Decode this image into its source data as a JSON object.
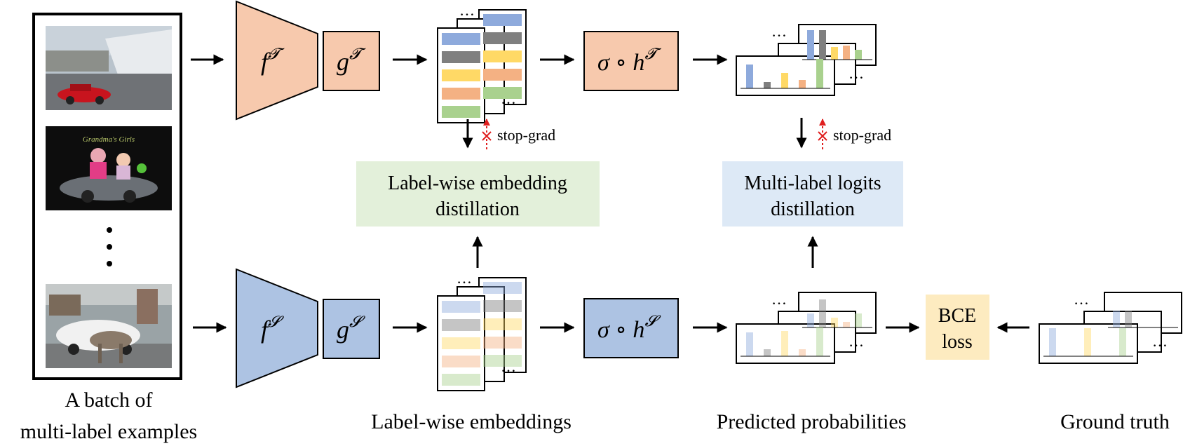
{
  "colors": {
    "teacher": "#f7c9ad",
    "student": "#adc3e3",
    "embed_box": "#e3f0da",
    "logits_box": "#dde9f6",
    "bce_box": "#fdebc0",
    "stop_grad": "#e02020",
    "stripes": [
      "#8eaadc",
      "#7f7f7f",
      "#ffd966",
      "#f4b183",
      "#a9d18e"
    ]
  },
  "teacher": {
    "encoder_label": "f",
    "encoder_sup": "𝓣",
    "projector_label": "g",
    "projector_sup": "𝓣",
    "head_label": "σ ∘ h",
    "head_sup": "𝓣"
  },
  "student": {
    "encoder_label": "f",
    "encoder_sup": "𝓢",
    "projector_label": "g",
    "projector_sup": "𝓢",
    "head_label": "σ ∘ h",
    "head_sup": "𝓢"
  },
  "distill": {
    "embedding_line1": "Label-wise embedding",
    "embedding_line2": "distillation",
    "logits_line1": "Multi-label logits",
    "logits_line2": "distillation",
    "stop_grad": "stop-grad"
  },
  "bce": {
    "line1": "BCE",
    "line2": "loss"
  },
  "photos": {
    "caption2": "Grandma's Girls"
  },
  "captions": {
    "batch_line1": "A batch of",
    "batch_line2": "multi-label examples",
    "embeddings": "Label-wise embeddings",
    "probabilities": "Predicted probabilities",
    "ground_truth": "Ground truth"
  },
  "glyphs": {
    "hdots": "…",
    "vdots": "⋮"
  }
}
